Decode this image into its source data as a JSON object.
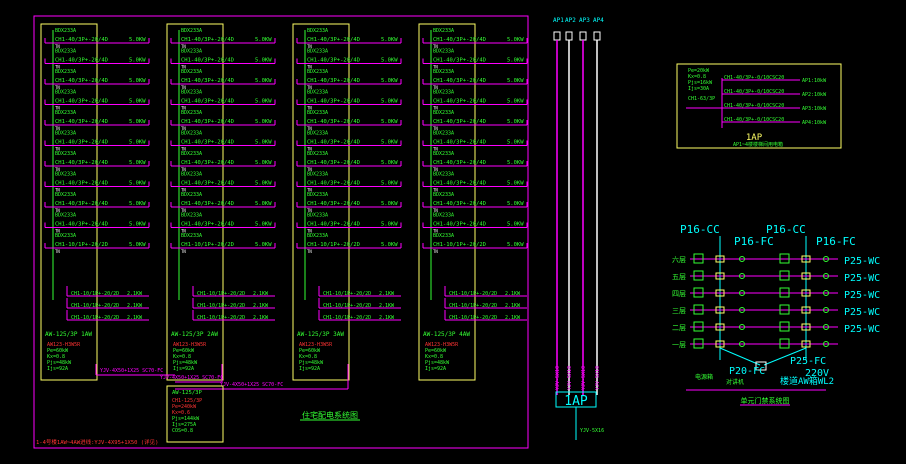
{
  "colors": {
    "background": "#000000",
    "magenta": "#ff00ff",
    "yellow": "#ffff66",
    "green": "#33ff33",
    "cyan": "#00ffff",
    "white": "#ffffff",
    "red": "#ff3333"
  },
  "distribution": {
    "panels": [
      {
        "id": "1AW",
        "breaker_rows": [
          {
            "label": "BDX233A",
            "circuit": "CH1-40/3P+-20/4D",
            "load": "5.0KW"
          },
          {
            "label": "BDX233A",
            "circuit": "CH1-40/3P+-20/4D",
            "load": "5.0KW"
          },
          {
            "label": "BDX233A",
            "circuit": "CH1-40/3P+-20/4D",
            "load": "5.0KW"
          },
          {
            "label": "BDX233A",
            "circuit": "CH1-40/3P+-20/4D",
            "load": "5.0KW"
          },
          {
            "label": "BDX233A",
            "circuit": "CH1-40/3P+-20/4D",
            "load": "5.0KW"
          },
          {
            "label": "BDX233A",
            "circuit": "CH1-40/3P+-20/4D",
            "load": "5.0KW"
          },
          {
            "label": "BDX233A",
            "circuit": "CH1-40/3P+-20/4D",
            "load": "5.0KW"
          },
          {
            "label": "BDX233A",
            "circuit": "CH1-40/3P+-20/4D",
            "load": "5.0KW"
          },
          {
            "label": "BDX233A",
            "circuit": "CH1-40/3P+-20/4D",
            "load": "5.0KW"
          },
          {
            "label": "BDX233A",
            "circuit": "CH1-40/3P+-20/4D",
            "load": "5.0KW"
          },
          {
            "label": "BDX233A",
            "circuit": "CH1-10/1P+-20/2D",
            "load": "5.0KW"
          }
        ],
        "sub_rows": [
          {
            "circuit": "CH1-10/1P+-20/2D",
            "load": "2.1KW"
          },
          {
            "circuit": "CH1-10/1P+-20/2D",
            "load": "2.1KW"
          },
          {
            "circuit": "CH1-10/1P+-20/2D",
            "load": "2.1KW"
          }
        ],
        "footer": "AW-125/3P 1AW",
        "spec": [
          "AW123-H3W5R",
          "Pe=60kW",
          "Kx=0.8",
          "Pjs=48kW",
          "Ijs=92A"
        ]
      },
      {
        "id": "2AW",
        "breaker_rows": [
          {
            "label": "BDX233A",
            "circuit": "CH1-40/3P+-20/4D",
            "load": "5.0KW"
          },
          {
            "label": "BDX233A",
            "circuit": "CH1-40/3P+-20/4D",
            "load": "5.0KW"
          },
          {
            "label": "BDX233A",
            "circuit": "CH1-40/3P+-20/4D",
            "load": "5.0KW"
          },
          {
            "label": "BDX233A",
            "circuit": "CH1-40/3P+-20/4D",
            "load": "5.0KW"
          },
          {
            "label": "BDX233A",
            "circuit": "CH1-40/3P+-20/4D",
            "load": "5.0KW"
          },
          {
            "label": "BDX233A",
            "circuit": "CH1-40/3P+-20/4D",
            "load": "5.0KW"
          },
          {
            "label": "BDX233A",
            "circuit": "CH1-40/3P+-20/4D",
            "load": "5.0KW"
          },
          {
            "label": "BDX233A",
            "circuit": "CH1-40/3P+-20/4D",
            "load": "5.0KW"
          },
          {
            "label": "BDX233A",
            "circuit": "CH1-40/3P+-20/4D",
            "load": "5.0KW"
          },
          {
            "label": "BDX233A",
            "circuit": "CH1-40/3P+-20/4D",
            "load": "5.0KW"
          },
          {
            "label": "BDX233A",
            "circuit": "CH1-10/1P+-20/2D",
            "load": "5.0KW"
          }
        ],
        "sub_rows": [
          {
            "circuit": "CH1-10/1P+-20/2D",
            "load": "2.1KW"
          },
          {
            "circuit": "CH1-10/1P+-20/2D",
            "load": "2.1KW"
          },
          {
            "circuit": "CH1-10/1P+-20/2D",
            "load": "2.1KW"
          }
        ],
        "footer": "AW-125/3P 2AW",
        "spec": [
          "AW123-H3W5R",
          "Pe=60kW",
          "Kx=0.8",
          "Pjs=48kW",
          "Ijs=92A"
        ]
      },
      {
        "id": "3AW",
        "breaker_rows": [
          {
            "label": "BDX233A",
            "circuit": "CH1-40/3P+-20/4D",
            "load": "5.0KW"
          },
          {
            "label": "BDX233A",
            "circuit": "CH1-40/3P+-20/4D",
            "load": "5.0KW"
          },
          {
            "label": "BDX233A",
            "circuit": "CH1-40/3P+-20/4D",
            "load": "5.0KW"
          },
          {
            "label": "BDX233A",
            "circuit": "CH1-40/3P+-20/4D",
            "load": "5.0KW"
          },
          {
            "label": "BDX233A",
            "circuit": "CH1-40/3P+-20/4D",
            "load": "5.0KW"
          },
          {
            "label": "BDX233A",
            "circuit": "CH1-40/3P+-20/4D",
            "load": "5.0KW"
          },
          {
            "label": "BDX233A",
            "circuit": "CH1-40/3P+-20/4D",
            "load": "5.0KW"
          },
          {
            "label": "BDX233A",
            "circuit": "CH1-40/3P+-20/4D",
            "load": "5.0KW"
          },
          {
            "label": "BDX233A",
            "circuit": "CH1-40/3P+-20/4D",
            "load": "5.0KW"
          },
          {
            "label": "BDX233A",
            "circuit": "CH1-40/3P+-20/4D",
            "load": "5.0KW"
          },
          {
            "label": "BDX233A",
            "circuit": "CH1-10/1P+-20/2D",
            "load": "5.0KW"
          }
        ],
        "sub_rows": [
          {
            "circuit": "CH1-10/1P+-20/2D",
            "load": "2.1KW"
          },
          {
            "circuit": "CH1-10/1P+-20/2D",
            "load": "2.1KW"
          },
          {
            "circuit": "CH1-10/1P+-20/2D",
            "load": "2.1KW"
          }
        ],
        "footer": "AW-125/3P 3AW",
        "spec": [
          "AW123-H3W5R",
          "Pe=60kW",
          "Kx=0.8",
          "Pjs=48kW",
          "Ijs=92A"
        ]
      },
      {
        "id": "4AW",
        "breaker_rows": [
          {
            "label": "BDX233A",
            "circuit": "CH1-40/3P+-20/4D",
            "load": "5.0KW"
          },
          {
            "label": "BDX233A",
            "circuit": "CH1-40/3P+-20/4D",
            "load": "5.0KW"
          },
          {
            "label": "BDX233A",
            "circuit": "CH1-40/3P+-20/4D",
            "load": "5.0KW"
          },
          {
            "label": "BDX233A",
            "circuit": "CH1-40/3P+-20/4D",
            "load": "5.0KW"
          },
          {
            "label": "BDX233A",
            "circuit": "CH1-40/3P+-20/4D",
            "load": "5.0KW"
          },
          {
            "label": "BDX233A",
            "circuit": "CH1-40/3P+-20/4D",
            "load": "5.0KW"
          },
          {
            "label": "BDX233A",
            "circuit": "CH1-40/3P+-20/4D",
            "load": "5.0KW"
          },
          {
            "label": "BDX233A",
            "circuit": "CH1-40/3P+-20/4D",
            "load": "5.0KW"
          },
          {
            "label": "BDX233A",
            "circuit": "CH1-40/3P+-20/4D",
            "load": "5.0KW"
          },
          {
            "label": "BDX233A",
            "circuit": "CH1-40/3P+-20/4D",
            "load": "5.0KW"
          },
          {
            "label": "BDX233A",
            "circuit": "CH1-10/1P+-20/2D",
            "load": "5.0KW"
          }
        ],
        "sub_rows": [
          {
            "circuit": "CH1-10/1P+-20/2D",
            "load": "2.1KW"
          },
          {
            "circuit": "CH1-10/1P+-20/2D",
            "load": "2.1KW"
          },
          {
            "circuit": "CH1-10/1P+-20/2D",
            "load": "2.1KW"
          }
        ],
        "footer": "AW-125/3P 4AW",
        "spec": [
          "AW123-H3W5R",
          "Pe=60kW",
          "Kx=0.8",
          "Pjs=48kW",
          "Ijs=92A"
        ]
      }
    ],
    "feeders": [
      "YJV-4X50+1X25 SC70-FC",
      "YJV-4X50+1X25 SC70-FC",
      "YJV-4X50+1X25 SC70-FC"
    ],
    "main_box": {
      "label": "AW-125/3P",
      "lines": [
        "CH1-125/3P",
        "Pe=240kW",
        "Kx=0.6",
        "Pjs=144kW",
        "Ijs=275A",
        "COS=0.8"
      ]
    },
    "title": "住宅配电系统图",
    "incoming": "1-4号楼1AW~4AW进线:YJV-4X95+1X50 (详见)"
  },
  "risers": {
    "top_labels": [
      "AP1",
      "AP2",
      "AP3",
      "AP4"
    ],
    "cable_labels": [
      "YJV-5X10",
      "YJV-5X10",
      "YJV-5X10",
      "YJV-5X10"
    ],
    "box_label": "1AP",
    "bottom_label": "YJV-5X16"
  },
  "box_1ap": {
    "inputs": [
      "Pe=20kW",
      "Kx=0.8",
      "Pjs=16kW",
      "Ijs=30A"
    ],
    "breaker": "CH1-63/3P",
    "outputs": [
      {
        "circuit": "CH1-40/3P+-0/10CSC20",
        "dest": "AP1:10kW"
      },
      {
        "circuit": "CH1-40/3P+-0/10CSC20",
        "dest": "AP2:10kW"
      },
      {
        "circuit": "CH1-40/3P+-0/10CSC20",
        "dest": "AP3:10kW"
      },
      {
        "circuit": "CH1-40/3P+-0/10CSC20",
        "dest": "AP4:10kW"
      }
    ],
    "name": "1AP",
    "footer": "AP1~4楼楼梯间用电箱"
  },
  "intercom": {
    "header_left": [
      "P16-CC",
      "P16-FC"
    ],
    "header_right": [
      "P16-CC",
      "P16-FC"
    ],
    "floors": [
      "六层",
      "五层",
      "四层",
      "三层",
      "二层",
      "一层"
    ],
    "right_labels": [
      "P25-WC",
      "P25-WC",
      "P25-WC",
      "P25-WC",
      "P25-WC"
    ],
    "bottom": {
      "p25": "P25-FC",
      "p20": "P20-FC",
      "voltage": "220V",
      "source": "电源箱",
      "panel": "对讲机",
      "rack": "楼道AW箱WL2"
    },
    "title": "单元门禁系统图"
  }
}
